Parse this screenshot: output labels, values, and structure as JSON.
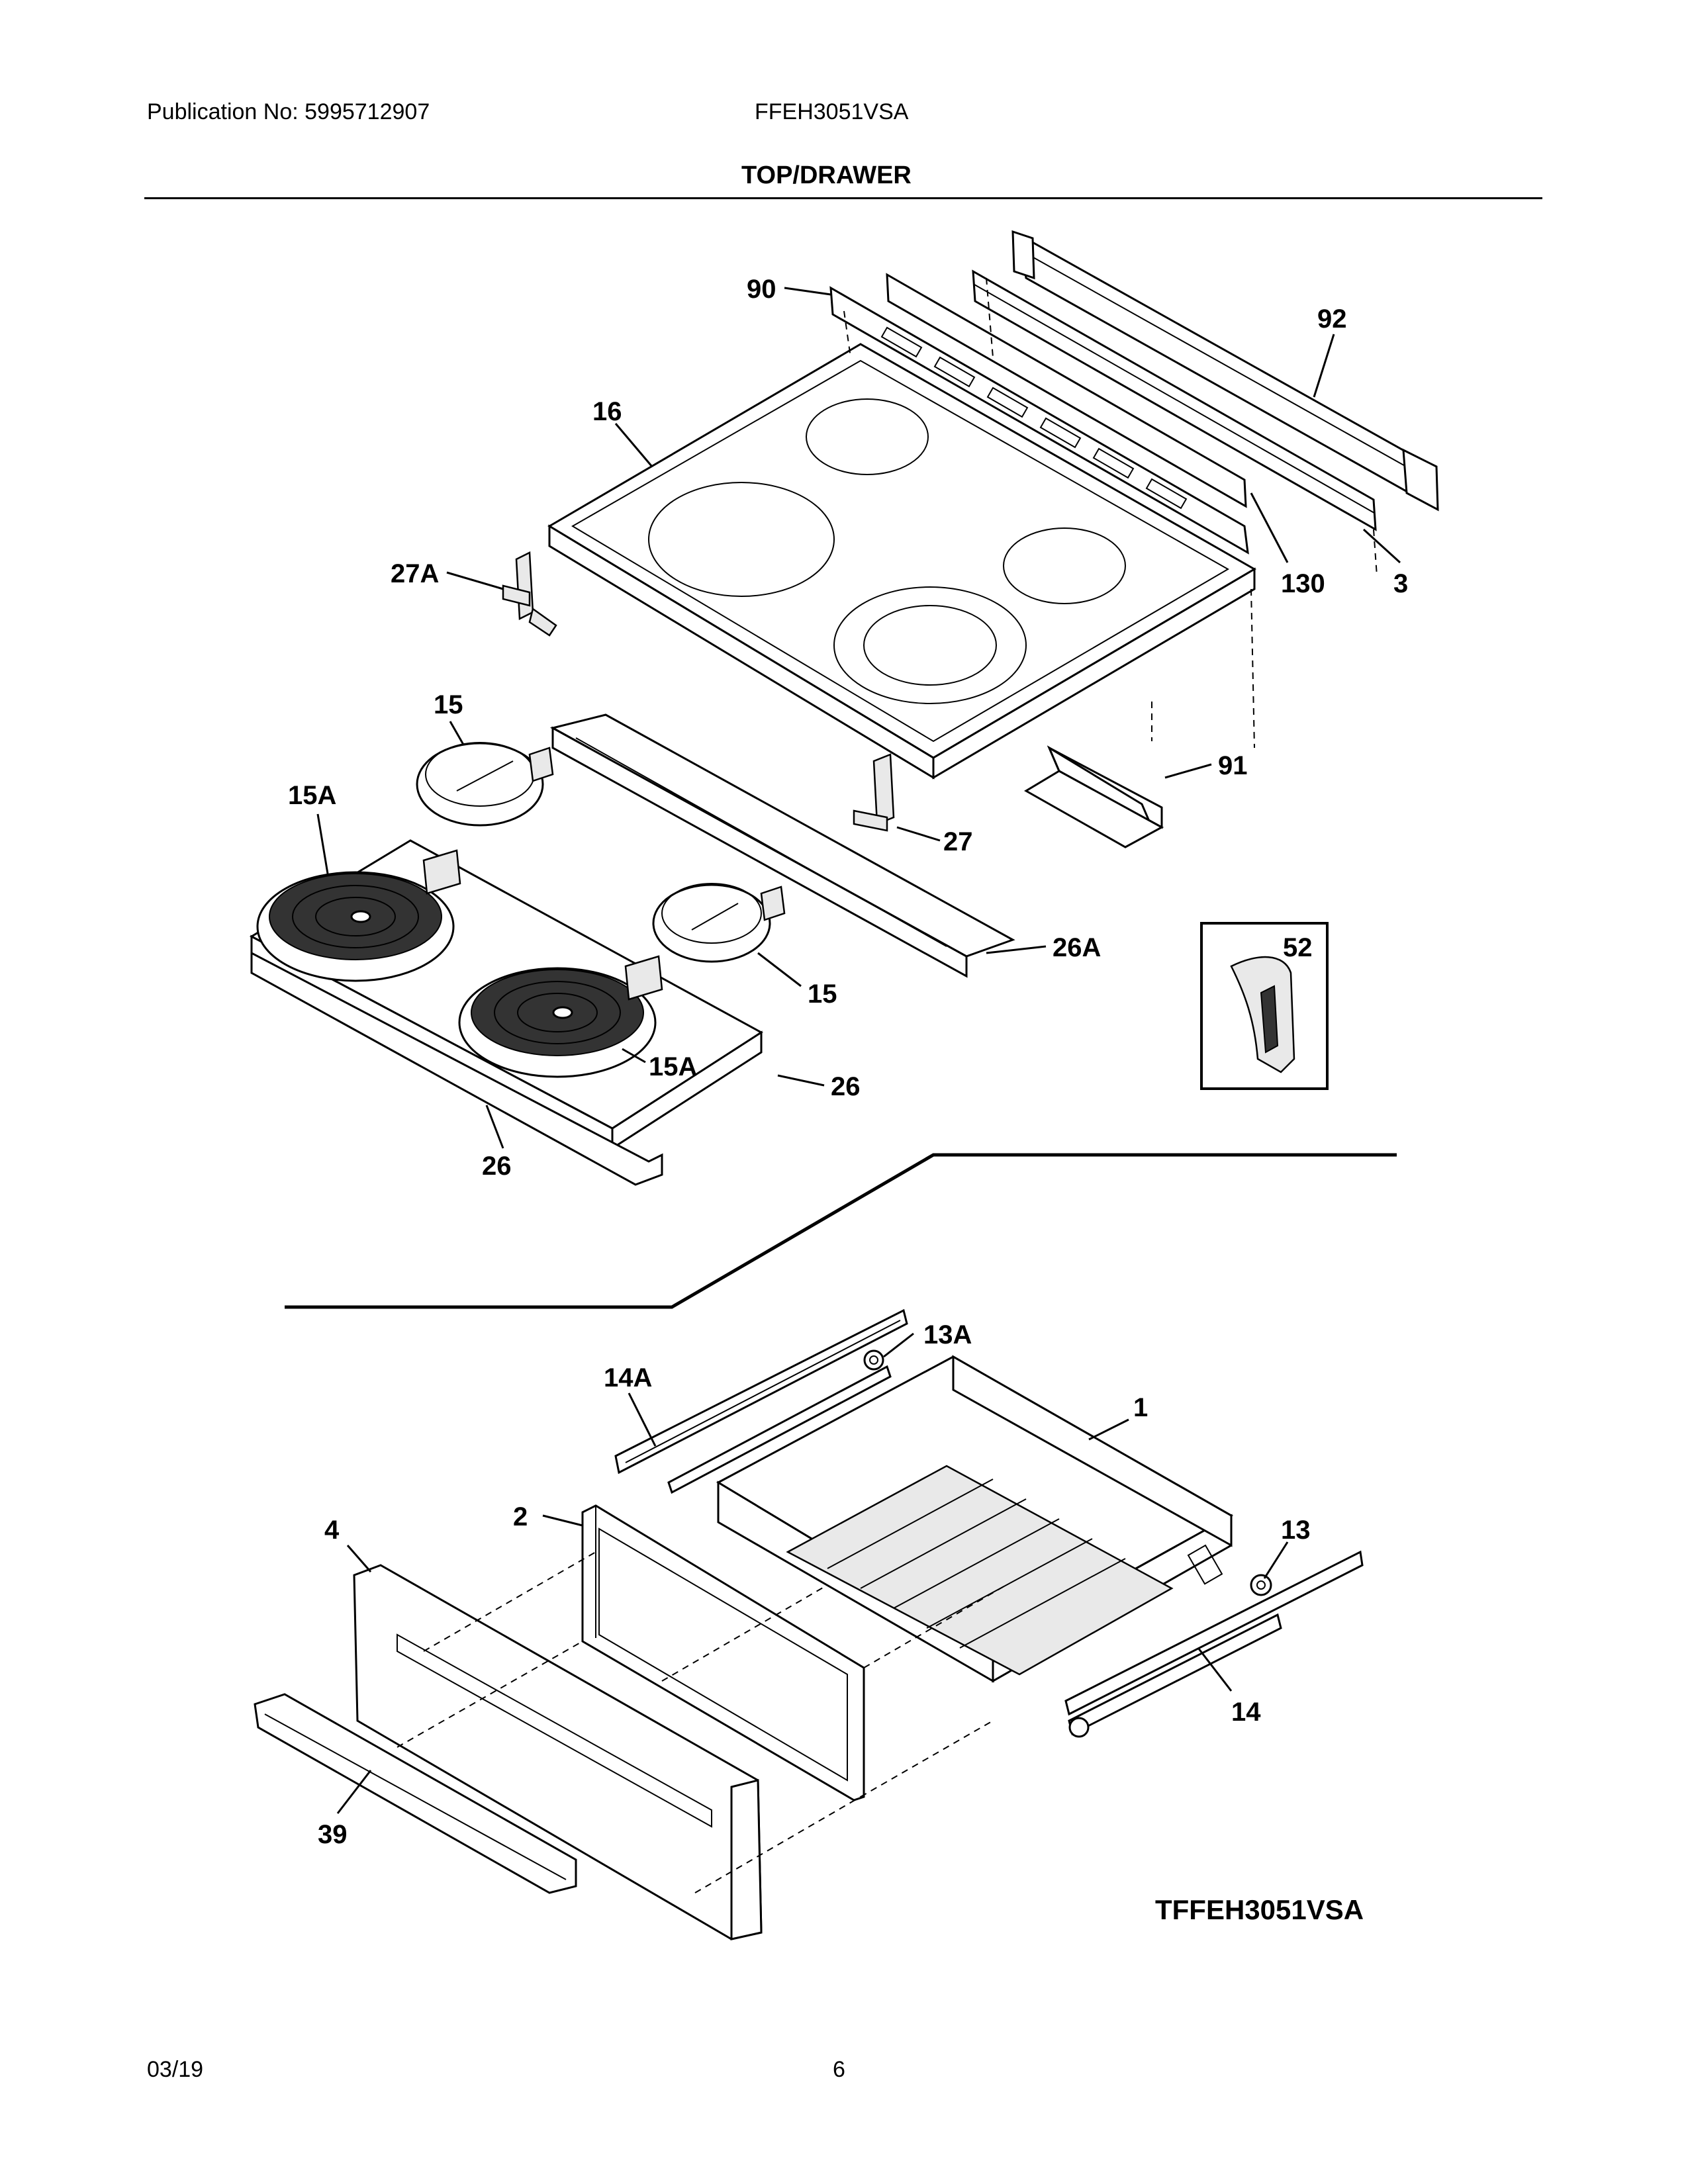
{
  "header": {
    "publication": "Publication No: 5995712907",
    "model": "FFEH3051VSA",
    "section": "TOP/DRAWER"
  },
  "footer": {
    "date": "03/19",
    "page": "6"
  },
  "diagram_code": "TFFEH3051VSA",
  "callouts": {
    "c90": "90",
    "c92": "92",
    "c16": "16",
    "c27A": "27A",
    "c130": "130",
    "c3": "3",
    "c15a": "15",
    "c15A_a": "15A",
    "c91": "91",
    "c27": "27",
    "c26A": "26A",
    "c52": "52",
    "c15b": "15",
    "c26a": "26",
    "c15A_b": "15A",
    "c26b": "26",
    "c13A": "13A",
    "c14A": "14A",
    "c1": "1",
    "c4": "4",
    "c2": "2",
    "c13": "13",
    "c14": "14",
    "c39": "39"
  }
}
